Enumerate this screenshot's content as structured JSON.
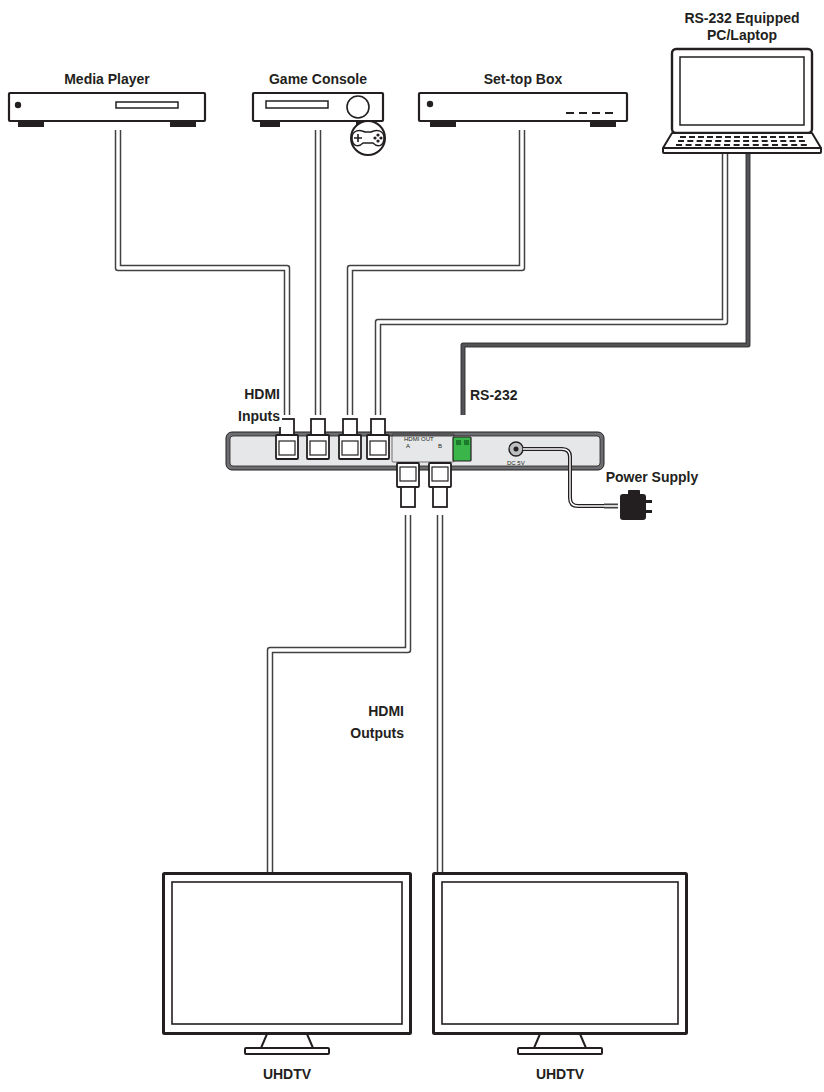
{
  "diagram": {
    "nodes": [
      {
        "text": [
          "Media Player"
        ]
      },
      {
        "text": [
          "Game Console"
        ]
      },
      {
        "text": [
          "Set-top Box"
        ]
      },
      {
        "text": [
          "RS-232 Equipped PC/Laptop"
        ]
      },
      {
        "text": [
          "HDMI OUT",
          "A",
          "B",
          "DC 5V"
        ]
      },
      {
        "text": [
          "Power Supply"
        ]
      },
      {
        "text": [
          "UHDTV"
        ]
      },
      {
        "text": [
          "UHDTV"
        ]
      }
    ],
    "edges": [
      {
        "from": 0,
        "to": 4,
        "arrow": "none"
      },
      {
        "from": 1,
        "to": 4,
        "arrow": "none"
      },
      {
        "from": 2,
        "to": 4,
        "arrow": "none"
      },
      {
        "from": 3,
        "to": 4,
        "arrow": "none"
      },
      {
        "from": 3,
        "to": 4,
        "label": "RS-232",
        "arrow": "none"
      },
      {
        "from": 4,
        "to": 5,
        "arrow": "none"
      },
      {
        "from": 4,
        "to": 6,
        "arrow": "none"
      },
      {
        "from": 4,
        "to": 7,
        "arrow": "none"
      }
    ],
    "labels": [
      "HDMI Inputs",
      "HDMI Outputs"
    ]
  }
}
